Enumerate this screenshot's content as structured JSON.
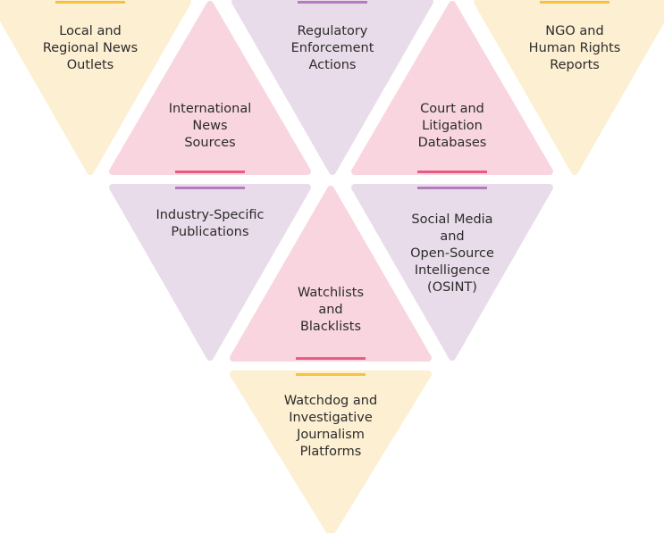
{
  "colors": {
    "yellow_fill": "#fcefd2",
    "pink_fill": "#f8d5df",
    "purple_fill": "#e9dcea",
    "yellow_bar": "#f5c244",
    "pink_bar": "#e85c84",
    "purple_bar": "#b57cbd",
    "text": "#2b2b2b"
  },
  "tiles": [
    {
      "id": "local-and-regional-news-outlets",
      "lines": [
        "Local and",
        "Regional News",
        "Outlets"
      ],
      "color": "yellow",
      "orientation": "down"
    },
    {
      "id": "regulatory-enforcement-actions",
      "lines": [
        "Regulatory",
        "Enforcement",
        "Actions"
      ],
      "color": "purple",
      "orientation": "down"
    },
    {
      "id": "ngo-and-human-rights-reports",
      "lines": [
        "NGO and",
        "Human Rights",
        "Reports"
      ],
      "color": "yellow",
      "orientation": "down"
    },
    {
      "id": "international-news-sources",
      "lines": [
        "International",
        "News",
        "Sources"
      ],
      "color": "pink",
      "orientation": "up"
    },
    {
      "id": "court-and-litigation-databases",
      "lines": [
        "Court and",
        "Litigation",
        "Databases"
      ],
      "color": "pink",
      "orientation": "up"
    },
    {
      "id": "industry-specific-publications",
      "lines": [
        "Industry-Specific",
        "Publications"
      ],
      "color": "purple",
      "orientation": "down"
    },
    {
      "id": "social-media-and-osint",
      "lines": [
        "Social Media",
        "and",
        "Open-Source",
        "Intelligence",
        "(OSINT)"
      ],
      "color": "purple",
      "orientation": "down"
    },
    {
      "id": "watchlists-and-blacklists",
      "lines": [
        "Watchlists",
        "and",
        "Blacklists"
      ],
      "color": "pink",
      "orientation": "up"
    },
    {
      "id": "watchdog-and-investigative-journalism-platforms",
      "lines": [
        "Watchdog and",
        "Investigative",
        "Journalism",
        "Platforms"
      ],
      "color": "yellow",
      "orientation": "down"
    }
  ]
}
